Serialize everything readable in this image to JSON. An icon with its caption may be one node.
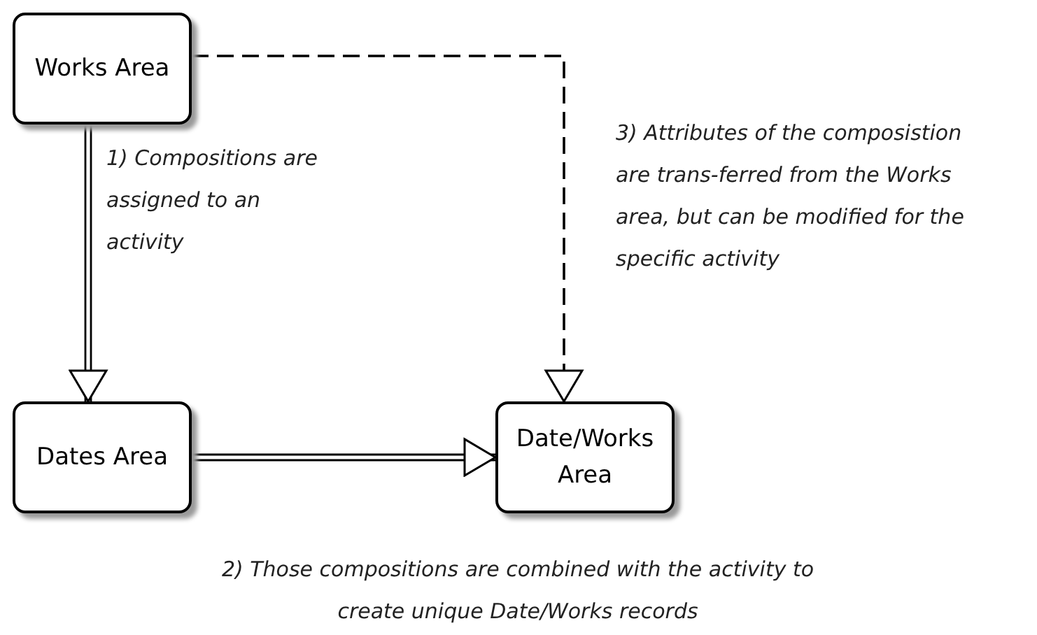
{
  "diagram": {
    "nodes": [
      {
        "text": [
          "Works Area"
        ]
      },
      {
        "text": [
          "Dates Area"
        ]
      },
      {
        "text": [
          "Date/Works Area"
        ]
      }
    ],
    "edges": [
      {
        "from": 0,
        "to": 1,
        "arrow": "to",
        "label": "1) Compositions are assigned to an activity"
      },
      {
        "from": 1,
        "to": 2,
        "arrow": "to",
        "label": "2) Those compositions are combined with the activity to create unique Date/Works records"
      },
      {
        "from": 0,
        "to": 2,
        "arrow": "to",
        "style": "dashed",
        "label": "3) Attributes of the composistion are trans-ferred from the Works area, but can be modified for the specific activity"
      }
    ]
  }
}
